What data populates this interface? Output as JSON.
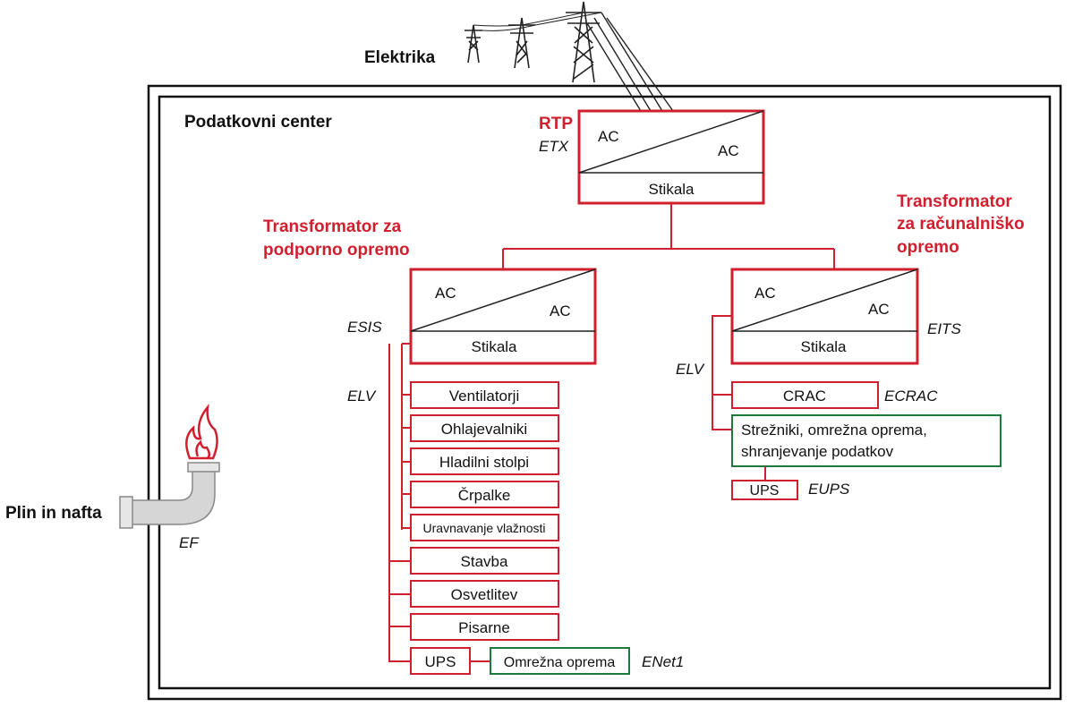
{
  "labels": {
    "elektrika": "Elektrika",
    "data_center": "Podatkovni center",
    "gas": "Plin in nafta",
    "ef": "EF"
  },
  "rtp": {
    "title": "RTP",
    "code": "ETX",
    "ac_in": "AC",
    "ac_out": "AC",
    "switch": "Stikala"
  },
  "support": {
    "title_line1": "Transformator za",
    "title_line2": "podporno opremo",
    "code": "ESIS",
    "ac_in": "AC",
    "ac_out": "AC",
    "switch": "Stikala",
    "elv": "ELV",
    "loads": [
      "Ventilatorji",
      "Ohlajevalniki",
      "Hladilni stolpi",
      "Črpalke",
      "Uravnavanje vlažnosti",
      "Stavba",
      "Osvetlitev",
      "Pisarne",
      "UPS"
    ],
    "network": "Omrežna oprema",
    "network_code": "ENet1"
  },
  "it": {
    "title_line1": "Transformator",
    "title_line2": "za računalniško",
    "title_line3": "opremo",
    "code": "EITS",
    "ac_in": "AC",
    "ac_out": "AC",
    "switch": "Stikala",
    "elv": "ELV",
    "crac": "CRAC",
    "crac_code": "ECRAC",
    "servers_line1": "Strežniki, omrežna oprema,",
    "servers_line2": "shranjevanje podatkov",
    "ups": "UPS",
    "ups_code": "EUPS"
  },
  "colors": {
    "accent_red": "#d01f2e",
    "green": "#1e7a3c",
    "frame": "#111111",
    "pipe": "#bdbdbd"
  }
}
